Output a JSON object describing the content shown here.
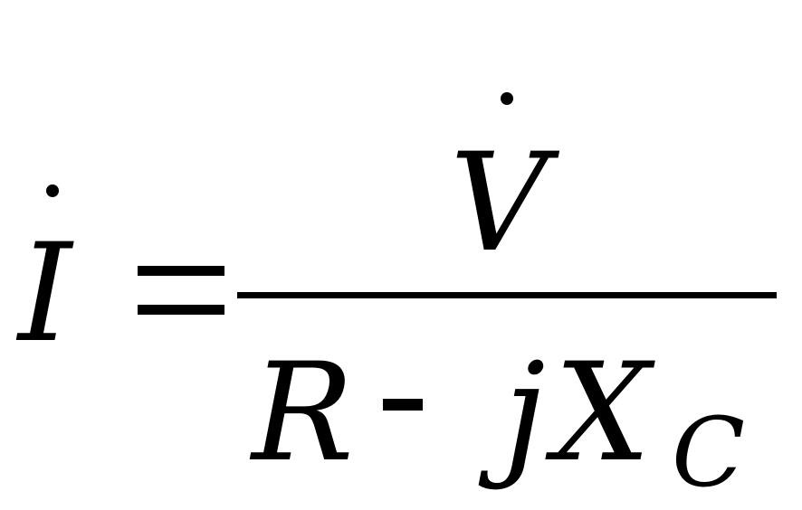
{
  "equation": {
    "lhs": {
      "symbol": "I",
      "accent": "dot"
    },
    "relation": "=",
    "numerator": {
      "symbol": "V",
      "accent": "dot"
    },
    "denominator": {
      "term1": "R",
      "operator": "-",
      "term2_prefix": "j",
      "term2_symbol": "X",
      "term2_subscript": "C"
    }
  }
}
